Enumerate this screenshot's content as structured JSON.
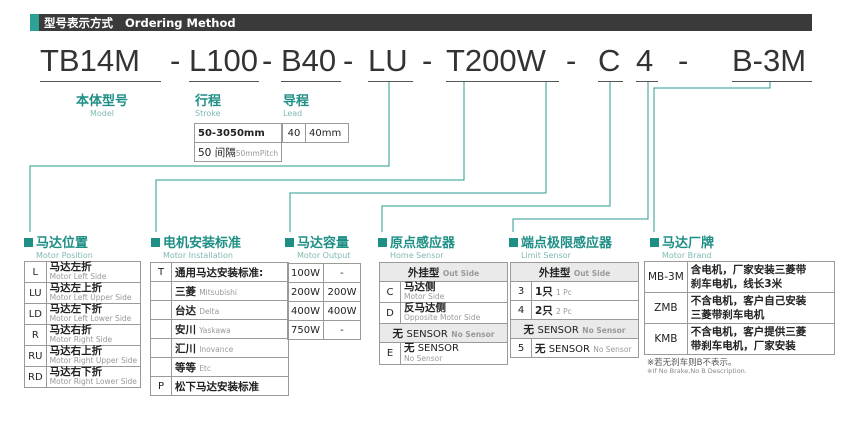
{
  "header": {
    "title_cn": "型号表示方式",
    "title_en": "Ordering Method"
  },
  "code_parts": [
    "TB14M",
    "-",
    "L100",
    "-",
    "B40",
    "-",
    "LU",
    "-",
    "T200W",
    "-",
    "C",
    "4",
    "-",
    "B-3M"
  ],
  "top_labels": {
    "model": {
      "cn": "本体型号",
      "en": "Model"
    },
    "stroke": {
      "cn": "行程",
      "en": "Stroke"
    },
    "lead": {
      "cn": "导程",
      "en": "Lead"
    }
  },
  "stroke_table": {
    "range": "50-3050mm",
    "pitch_value": "50 间隔",
    "pitch_en": "50mmPitch"
  },
  "lead_table": {
    "key": "40",
    "value": "40mm"
  },
  "motor_position": {
    "title_cn": "马达位置",
    "title_en": "Motor Position",
    "rows": [
      {
        "key": "L",
        "cn": "马达左折",
        "en": "Motor Left Side"
      },
      {
        "key": "LU",
        "cn": "马达左上折",
        "en": "Motor Left Upper Side"
      },
      {
        "key": "LD",
        "cn": "马达左下折",
        "en": "Motor Left Lower Side"
      },
      {
        "key": "R",
        "cn": "马达右折",
        "en": "Motor Right Side"
      },
      {
        "key": "RU",
        "cn": "马达右上折",
        "en": "Motor Right Upper Side"
      },
      {
        "key": "RD",
        "cn": "马达右下折",
        "en": "Motor Right Lower Side"
      }
    ]
  },
  "motor_install": {
    "title_cn": "电机安装标准",
    "title_en": "Motor Installation",
    "t_key": "T",
    "t_label": "通用马达安装标准:",
    "brands": [
      {
        "cn": "三菱",
        "en": "Mitsubishi"
      },
      {
        "cn": "台达",
        "en": "Delta"
      },
      {
        "cn": "安川",
        "en": "Yaskawa"
      },
      {
        "cn": "汇川",
        "en": "Inovance"
      },
      {
        "cn": "等等",
        "en": "Etc"
      }
    ],
    "p_key": "P",
    "p_label": "松下马达安装标准"
  },
  "motor_output": {
    "title_cn": "马达容量",
    "title_en": "Motor Output",
    "rows": [
      {
        "key": "100W",
        "value": "-"
      },
      {
        "key": "200W",
        "value": "200W"
      },
      {
        "key": "400W",
        "value": "400W"
      },
      {
        "key": "750W",
        "value": "-"
      }
    ]
  },
  "home_sensor": {
    "title_cn": "原点感应器",
    "title_en": "Home Sensor",
    "header_cn": "外挂型",
    "header_en": "Out Side",
    "rows": [
      {
        "key": "C",
        "cn": "马达侧",
        "en": "Motor Side"
      },
      {
        "key": "D",
        "cn": "反马达侧",
        "en": "Opposite Motor Side"
      }
    ],
    "none_cn": "无",
    "none_text": "SENSOR",
    "none_en": "No Sensor",
    "e_key": "E",
    "e_cn": "无",
    "e_text": "SENSOR",
    "e_en": "No Sensor"
  },
  "limit_sensor": {
    "title_cn": "端点极限感应器",
    "title_en": "Limit Sensor",
    "header_cn": "外挂型",
    "header_en": "Out Side",
    "rows": [
      {
        "key": "3",
        "cn": "1只",
        "en": "1 Pc"
      },
      {
        "key": "4",
        "cn": "2只",
        "en": "2 Pc"
      }
    ],
    "none_cn": "无",
    "none_text": "SENSOR",
    "none_en": "No Sensor",
    "five_key": "5",
    "five_cn": "无",
    "five_text": "SENSOR",
    "five_en": "No Sensor"
  },
  "motor_brand": {
    "title_cn": "马达厂牌",
    "title_en": "Motor Brand",
    "rows": [
      {
        "key": "MB-3M",
        "line1": "含电机，厂家安装三菱带",
        "line2": "刹车电机，线长3米"
      },
      {
        "key": "ZMB",
        "line1": "不含电机，客户自己安装",
        "line2": "三菱带刹车电机"
      },
      {
        "key": "KMB",
        "line1": "不含电机，客户提供三菱",
        "line2": "带刹车电机，厂家安装"
      }
    ],
    "note_cn": "※若无刹车则B不表示。",
    "note_en": "※If No Brake,No B Description."
  }
}
